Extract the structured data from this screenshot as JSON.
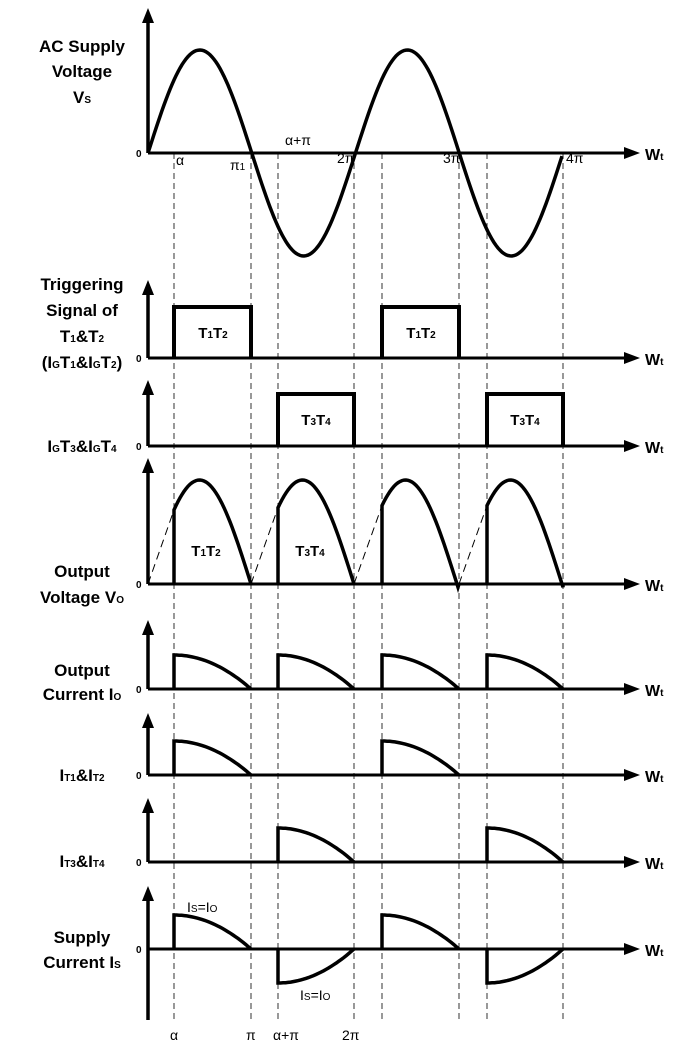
{
  "waveform_figure": {
    "panels": [
      {
        "id": "vs",
        "label_lines": [
          {
            "main": "AC Supply"
          },
          {
            "main": "Voltage"
          },
          {
            "main": "V",
            "sub": "S"
          }
        ],
        "zero": "0",
        "axis_label": {
          "main": "W",
          "sub": "t"
        }
      },
      {
        "id": "trig12",
        "label_lines": [
          {
            "main": "Triggering"
          },
          {
            "main": "Signal of"
          },
          {
            "main": "T",
            "sub": "1",
            "main2": "&T",
            "sub2": "2"
          },
          {
            "main": "(I",
            "sub": "G",
            "main2": "T",
            "sub2": "1",
            "main3": "&I",
            "sub3": "G",
            "main4": "T",
            "sub4": "2",
            "main5": ")"
          }
        ],
        "zero": "0",
        "axis_label": {
          "main": "W",
          "sub": "t"
        }
      },
      {
        "id": "trig34",
        "label_lines": [
          {
            "main": "I",
            "sub": "G",
            "main2": "T",
            "sub2": "3",
            "main3": "&I",
            "sub3": "G",
            "main4": "T",
            "sub4": "4"
          }
        ],
        "zero": "0",
        "axis_label": {
          "main": "W",
          "sub": "t"
        }
      },
      {
        "id": "vo",
        "label_lines": [
          {
            "main": "Output"
          },
          {
            "main": "Voltage V",
            "sub": "O"
          }
        ],
        "zero": "0",
        "axis_label": {
          "main": "W",
          "sub": "t"
        }
      },
      {
        "id": "io",
        "label_lines": [
          {
            "main": "Output"
          },
          {
            "main": "Current I",
            "sub": "O"
          }
        ],
        "zero": "0",
        "axis_label": {
          "main": "W",
          "sub": "t"
        }
      },
      {
        "id": "it12",
        "label_lines": [
          {
            "main": "I",
            "sub": "T1",
            "main2": "&I",
            "sub2": "T2"
          }
        ],
        "zero": "0",
        "axis_label": {
          "main": "W",
          "sub": "t"
        }
      },
      {
        "id": "it34",
        "label_lines": [
          {
            "main": "I",
            "sub": "T3",
            "main2": "&I",
            "sub2": "T4"
          }
        ],
        "zero": "0",
        "axis_label": {
          "main": "W",
          "sub": "t"
        }
      },
      {
        "id": "is",
        "label_lines": [
          {
            "main": "Supply"
          },
          {
            "main": "Current I",
            "sub": "S"
          }
        ],
        "zero": "0",
        "axis_label": {
          "main": "W",
          "sub": "t"
        }
      }
    ],
    "top_ticks": [
      "α",
      "π1",
      "α+π",
      "2π",
      "3π",
      "4π"
    ],
    "bottom_ticks": [
      "α",
      "π",
      "α+π",
      "2π"
    ],
    "thyristor_labels": {
      "t1t2": {
        "a": "T",
        "as": "1",
        "b": "T",
        "bs": "2"
      },
      "t3t4": {
        "a": "T",
        "as": "3",
        "b": "T",
        "bs": "4"
      }
    },
    "supply_annotation": {
      "main": "I",
      "sub": "S",
      "main2": "=I",
      "sub2": "O"
    }
  }
}
